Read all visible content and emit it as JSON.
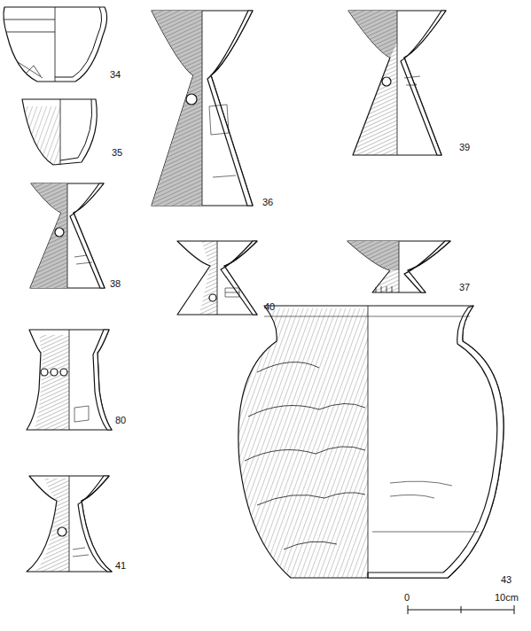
{
  "diagram": {
    "labels": [
      "34",
      "35",
      "36",
      "39",
      "40",
      "37",
      "38",
      "80",
      "41",
      "43",
      "0",
      "10cm"
    ]
  }
}
